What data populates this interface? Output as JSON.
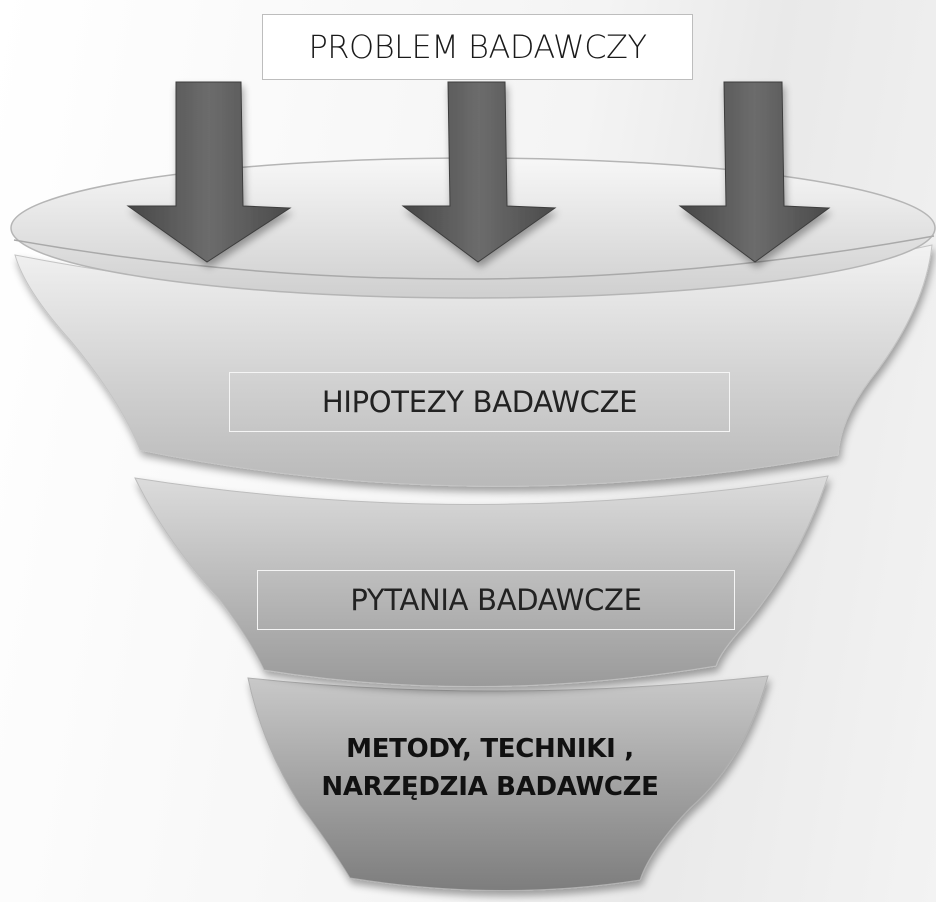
{
  "funnel": {
    "problem_label": "PROBLEM BADAWCZY",
    "hypotheses_label": "HIPOTEZY BADAWCZE",
    "questions_label": "PYTANIA BADAWCZE",
    "methods_line1": "METODY, TECHNIKI ,",
    "methods_line2": "NARZĘDZIA BADAWCZE",
    "arrow_count": 3,
    "arrow_icon": "down-arrow-icon",
    "colors": {
      "arrow": "#5a5a5a",
      "funnel_light": "#d8d8d8",
      "funnel_dark": "#8a8a8a"
    }
  }
}
